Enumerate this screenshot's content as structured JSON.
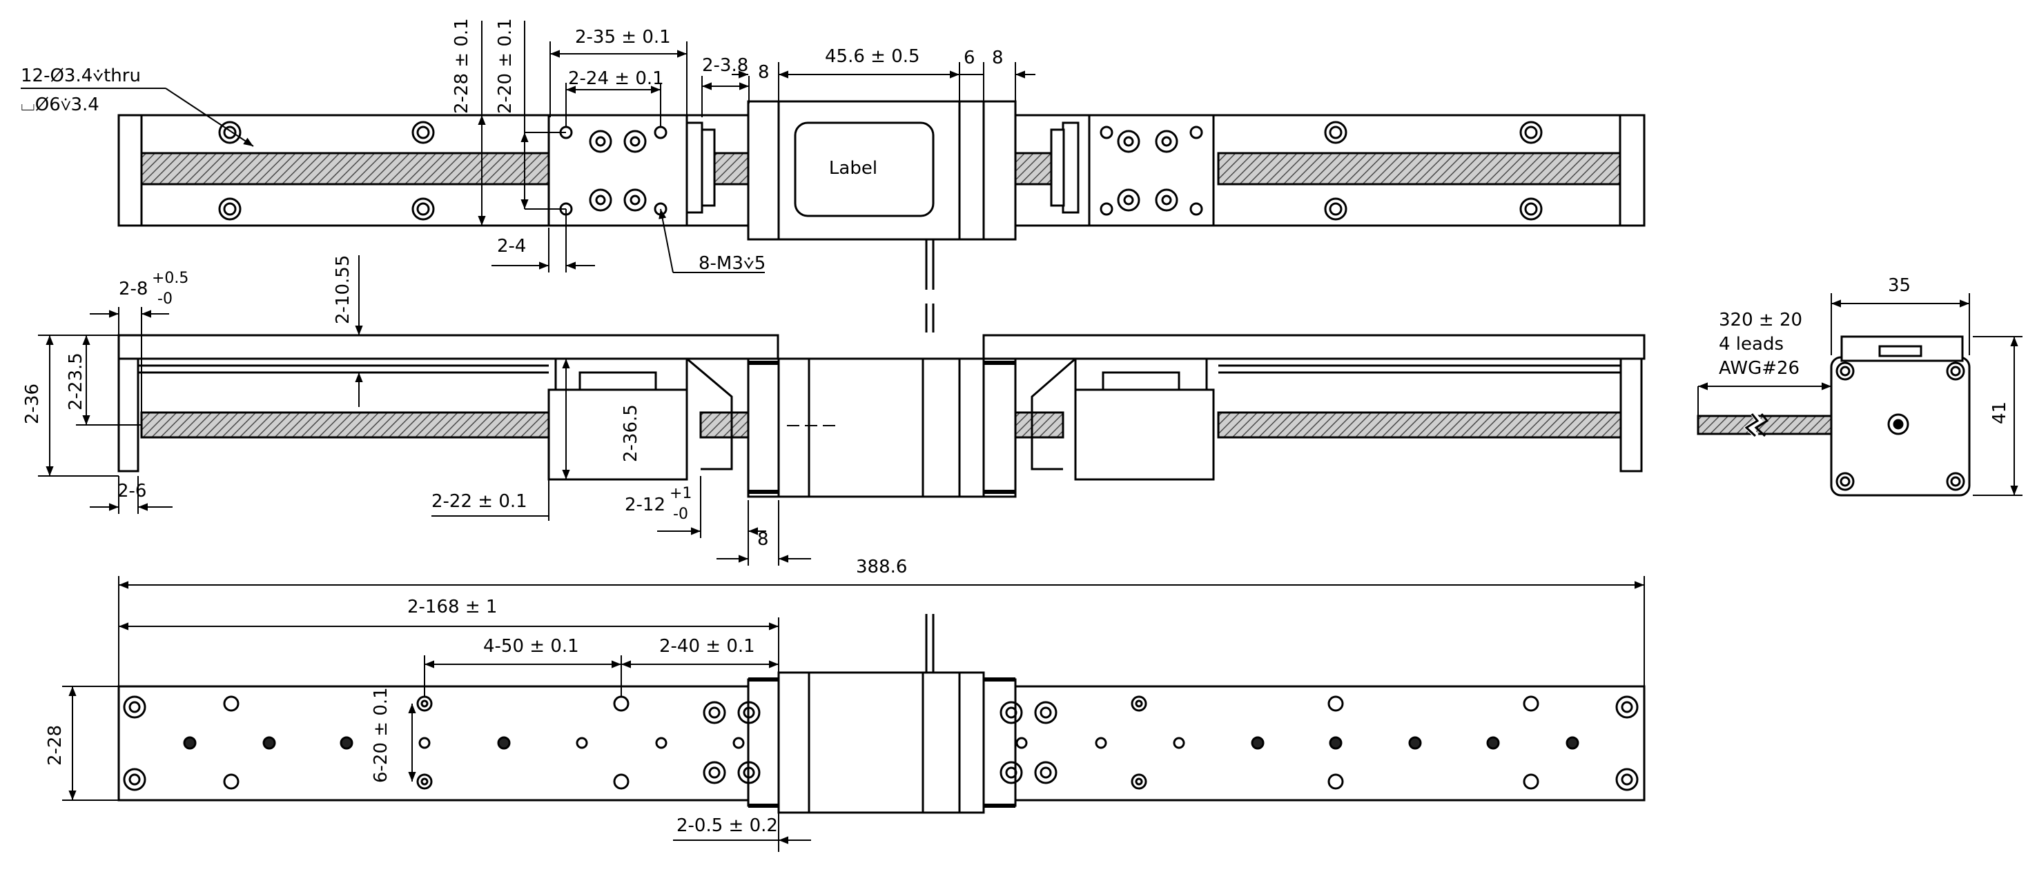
{
  "colors": {
    "line": "#000000",
    "background": "#ffffff",
    "screw_fill": "#555555",
    "hatch": "#8a8a8a"
  },
  "label_text": "Label",
  "top_view": {
    "holes_note_line1": "12-Ø3.4⩒thru",
    "holes_note_line2": "⌴Ø6⩒3.4",
    "dim_2_28": "2-28 ± 0.1",
    "dim_2_20": "2-20 ± 0.1",
    "dim_2_35": "2-35 ± 0.1",
    "dim_2_24": "2-24 ± 0.1",
    "dim_2_3_8": "2-3.8",
    "dim_8_left": "8",
    "dim_45_6": "45.6 ± 0.5",
    "dim_6": "6",
    "dim_8_right": "8",
    "dim_2_4": "2-4",
    "thread_note": "8-M3⩒5"
  },
  "front_view": {
    "dim_2_8": "2-8",
    "dim_2_8_tol_upper": "+0.5",
    "dim_2_8_tol_lower": "-0",
    "dim_2_10_55": "2-10.55",
    "dim_2_23_5": "2-23.5",
    "dim_2_36": "2-36",
    "dim_2_36_5": "2-36.5",
    "dim_2_6": "2-6",
    "dim_2_22": "2-22 ± 0.1",
    "dim_2_12": "2-12",
    "dim_2_12_tol_upper": "+1",
    "dim_2_12_tol_lower": "-0",
    "dim_8": "8"
  },
  "end_view": {
    "lead_length": "320 ± 20",
    "lead_count": "4 leads",
    "lead_gauge": "AWG#26",
    "width": "35",
    "height": "41"
  },
  "bottom_view": {
    "overall_length": "388.6",
    "dim_2_168": "2-168 ± 1",
    "dim_4_50": "4-50 ± 0.1",
    "dim_2_40": "2-40 ± 0.1",
    "dim_6_20": "6-20 ± 0.1",
    "dim_2_28": "2-28",
    "dim_2_0_5": "2-0.5 ± 0.2"
  }
}
